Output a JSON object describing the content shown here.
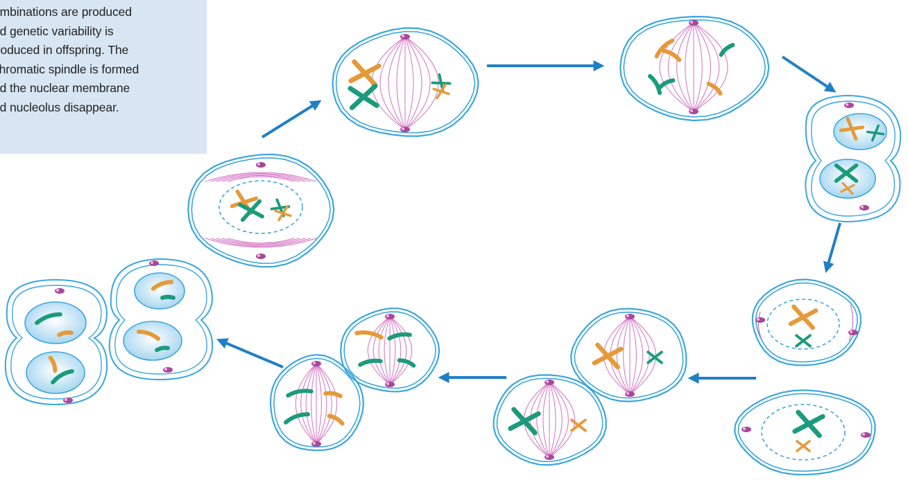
{
  "caption": {
    "lines": [
      "ombinations are produced",
      "nd genetic variability is",
      "troduced in offspring. The",
      "chromatic spindle is formed",
      "nd the nuclear membrane",
      "nd nucleolus disappear."
    ]
  },
  "colors": {
    "membrane": "#3aa6df",
    "spindle": "#d26ec2",
    "centrosome": "#a8489c",
    "nucleus_fill": "#bfe3f5",
    "chromatid_orange": "#e59a3a",
    "chromatid_green": "#1c9b7c",
    "arrow": "#1f7fc6",
    "caption_bg": "#d8e6f4"
  },
  "stages": [
    "prophase-1",
    "metaphase-1",
    "anaphase-1",
    "telophase-1",
    "prophase-2",
    "metaphase-2",
    "anaphase-2",
    "telophase-2"
  ]
}
